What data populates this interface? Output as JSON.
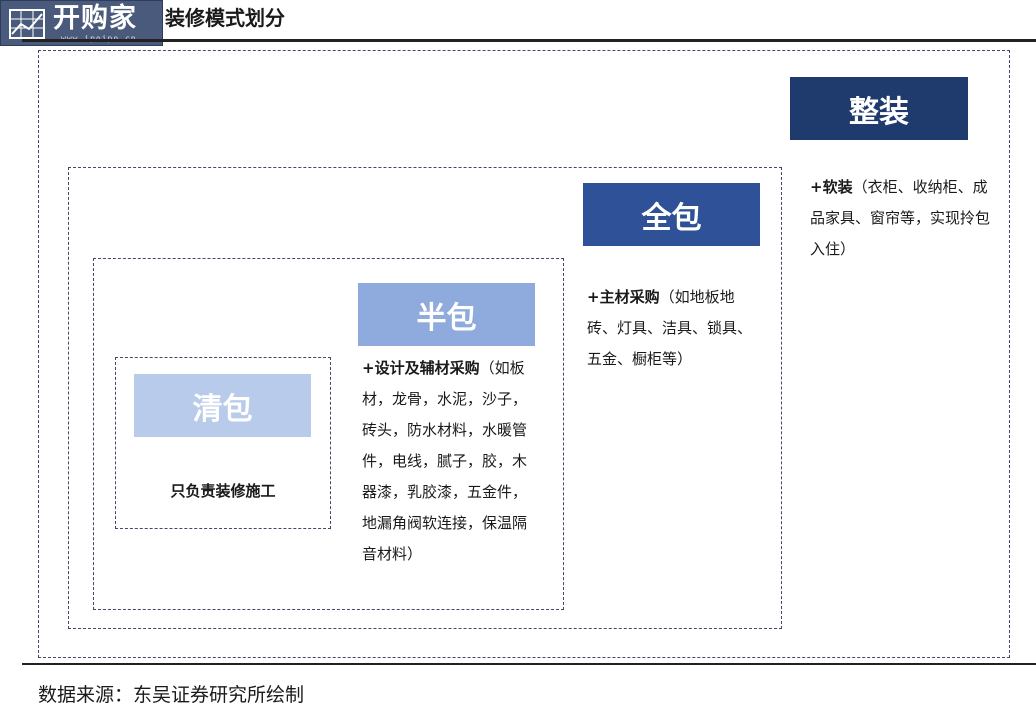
{
  "logo": {
    "text": "开购家",
    "url": "www.ipoipo.cn"
  },
  "figure_title": "装修模式划分",
  "source": "数据来源：东吴证券研究所绘制",
  "tiers": {
    "zheng": {
      "label": "整装",
      "lead": "+软装",
      "detail": "（衣柜、收纳柜、成品家具、窗帘等，实现拎包入住）"
    },
    "quan": {
      "label": "全包",
      "lead": "+主材采购",
      "detail": "（如地板地砖、灯具、洁具、锁具、五金、橱柜等）"
    },
    "ban": {
      "label": "半包",
      "lead": "+设计及辅材采购",
      "detail": "（如板材，龙骨，水泥，沙子，砖头，防水材料，水暖管件，电线，腻子，胶，木器漆，乳胶漆，五金件，地漏角阀软连接，保温隔音材料）"
    },
    "qing": {
      "label": "清包",
      "detail": "只负责装修施工"
    }
  },
  "colors": {
    "zheng": "#1f3b6e",
    "quan": "#2e5197",
    "ban": "#8fabde",
    "qing": "#b9cbea"
  }
}
